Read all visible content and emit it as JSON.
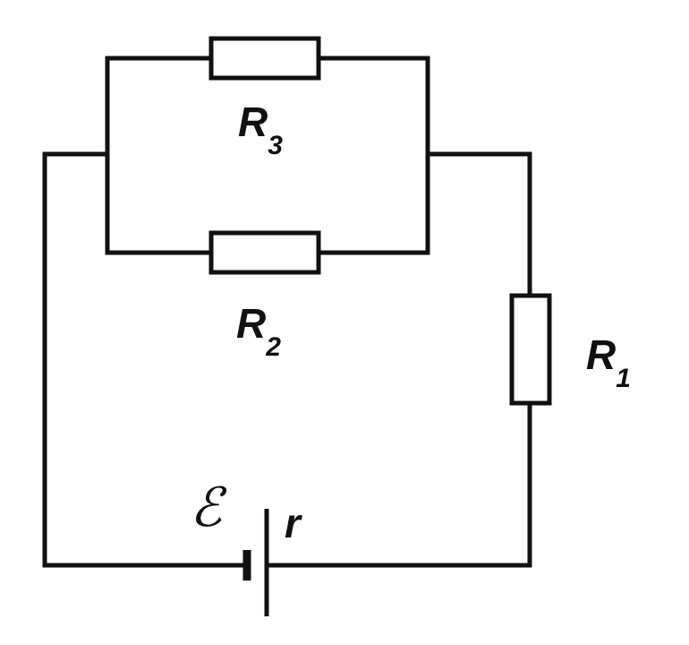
{
  "diagram": {
    "components": {
      "R3": {
        "symbol": "R",
        "subscript": "3"
      },
      "R2": {
        "symbol": "R",
        "subscript": "2"
      },
      "R1": {
        "symbol": "R",
        "subscript": "1"
      },
      "battery": {
        "emf_symbol": "ℰ",
        "internal_resistance_symbol": "r"
      }
    }
  }
}
